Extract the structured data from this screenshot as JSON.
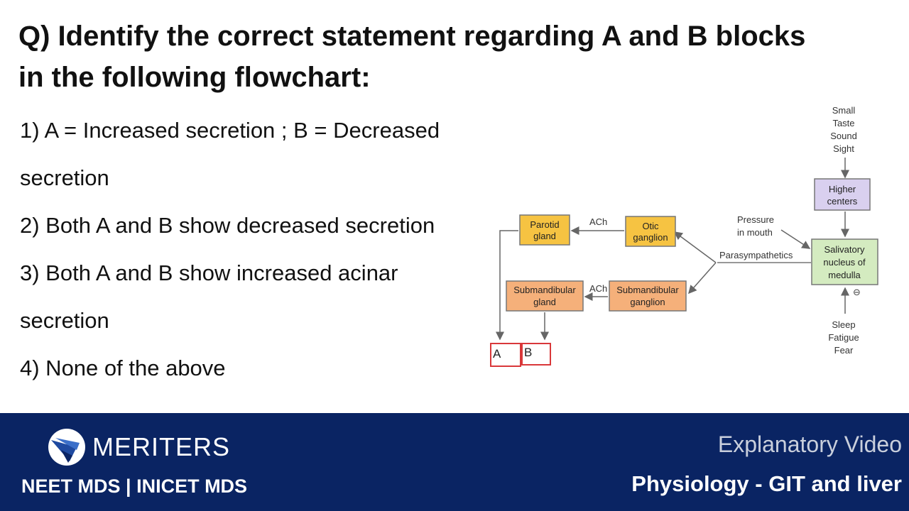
{
  "question": {
    "line1": "Q) Identify the correct statement regarding A and B blocks",
    "line2": "in the following flowchart:"
  },
  "options": [
    {
      "line1": "1) A = Increased secretion ; B = Decreased",
      "line2": "secretion"
    },
    {
      "line1": "2) Both A and B show decreased secretion"
    },
    {
      "line1": "3) Both A and B show increased acinar",
      "line2": "secretion"
    },
    {
      "line1": "4) None of the above"
    }
  ],
  "flowchart": {
    "stimuli_top": [
      "Small",
      "Taste",
      "Sound",
      "Sight"
    ],
    "higher_centers": [
      "Higher",
      "centers"
    ],
    "pressure": [
      "Pressure",
      "in mouth"
    ],
    "parasympathetics": "Parasympathetics",
    "salivatory": [
      "Salivatory",
      "nucleus of",
      "medulla"
    ],
    "inhibit_sign": "⊖",
    "stimuli_bottom": [
      "Sleep",
      "Fatigue",
      "Fear"
    ],
    "otic": [
      "Otic",
      "ganglion"
    ],
    "parotid": [
      "Parotid",
      "gland"
    ],
    "submandibular_ganglion": [
      "Submandibular",
      "ganglion"
    ],
    "submandibular_gland": [
      "Submandibular",
      "gland"
    ],
    "ach_top": "ACh",
    "ach_bottom": "ACh",
    "block_a": "A",
    "block_b": "B",
    "colors": {
      "gland_yellow": "#f6c342",
      "gland_orange": "#f5b07a",
      "higher_purple": "#d9d0ef",
      "salivatory_green": "#d4ebc0",
      "block_red": "#d9383a"
    }
  },
  "footer": {
    "brand": "MERITERS",
    "tagline": "NEET MDS | INICET MDS",
    "video_label": "Explanatory Video",
    "topic": "Physiology - GIT and liver",
    "bg_color": "#0a2463"
  }
}
